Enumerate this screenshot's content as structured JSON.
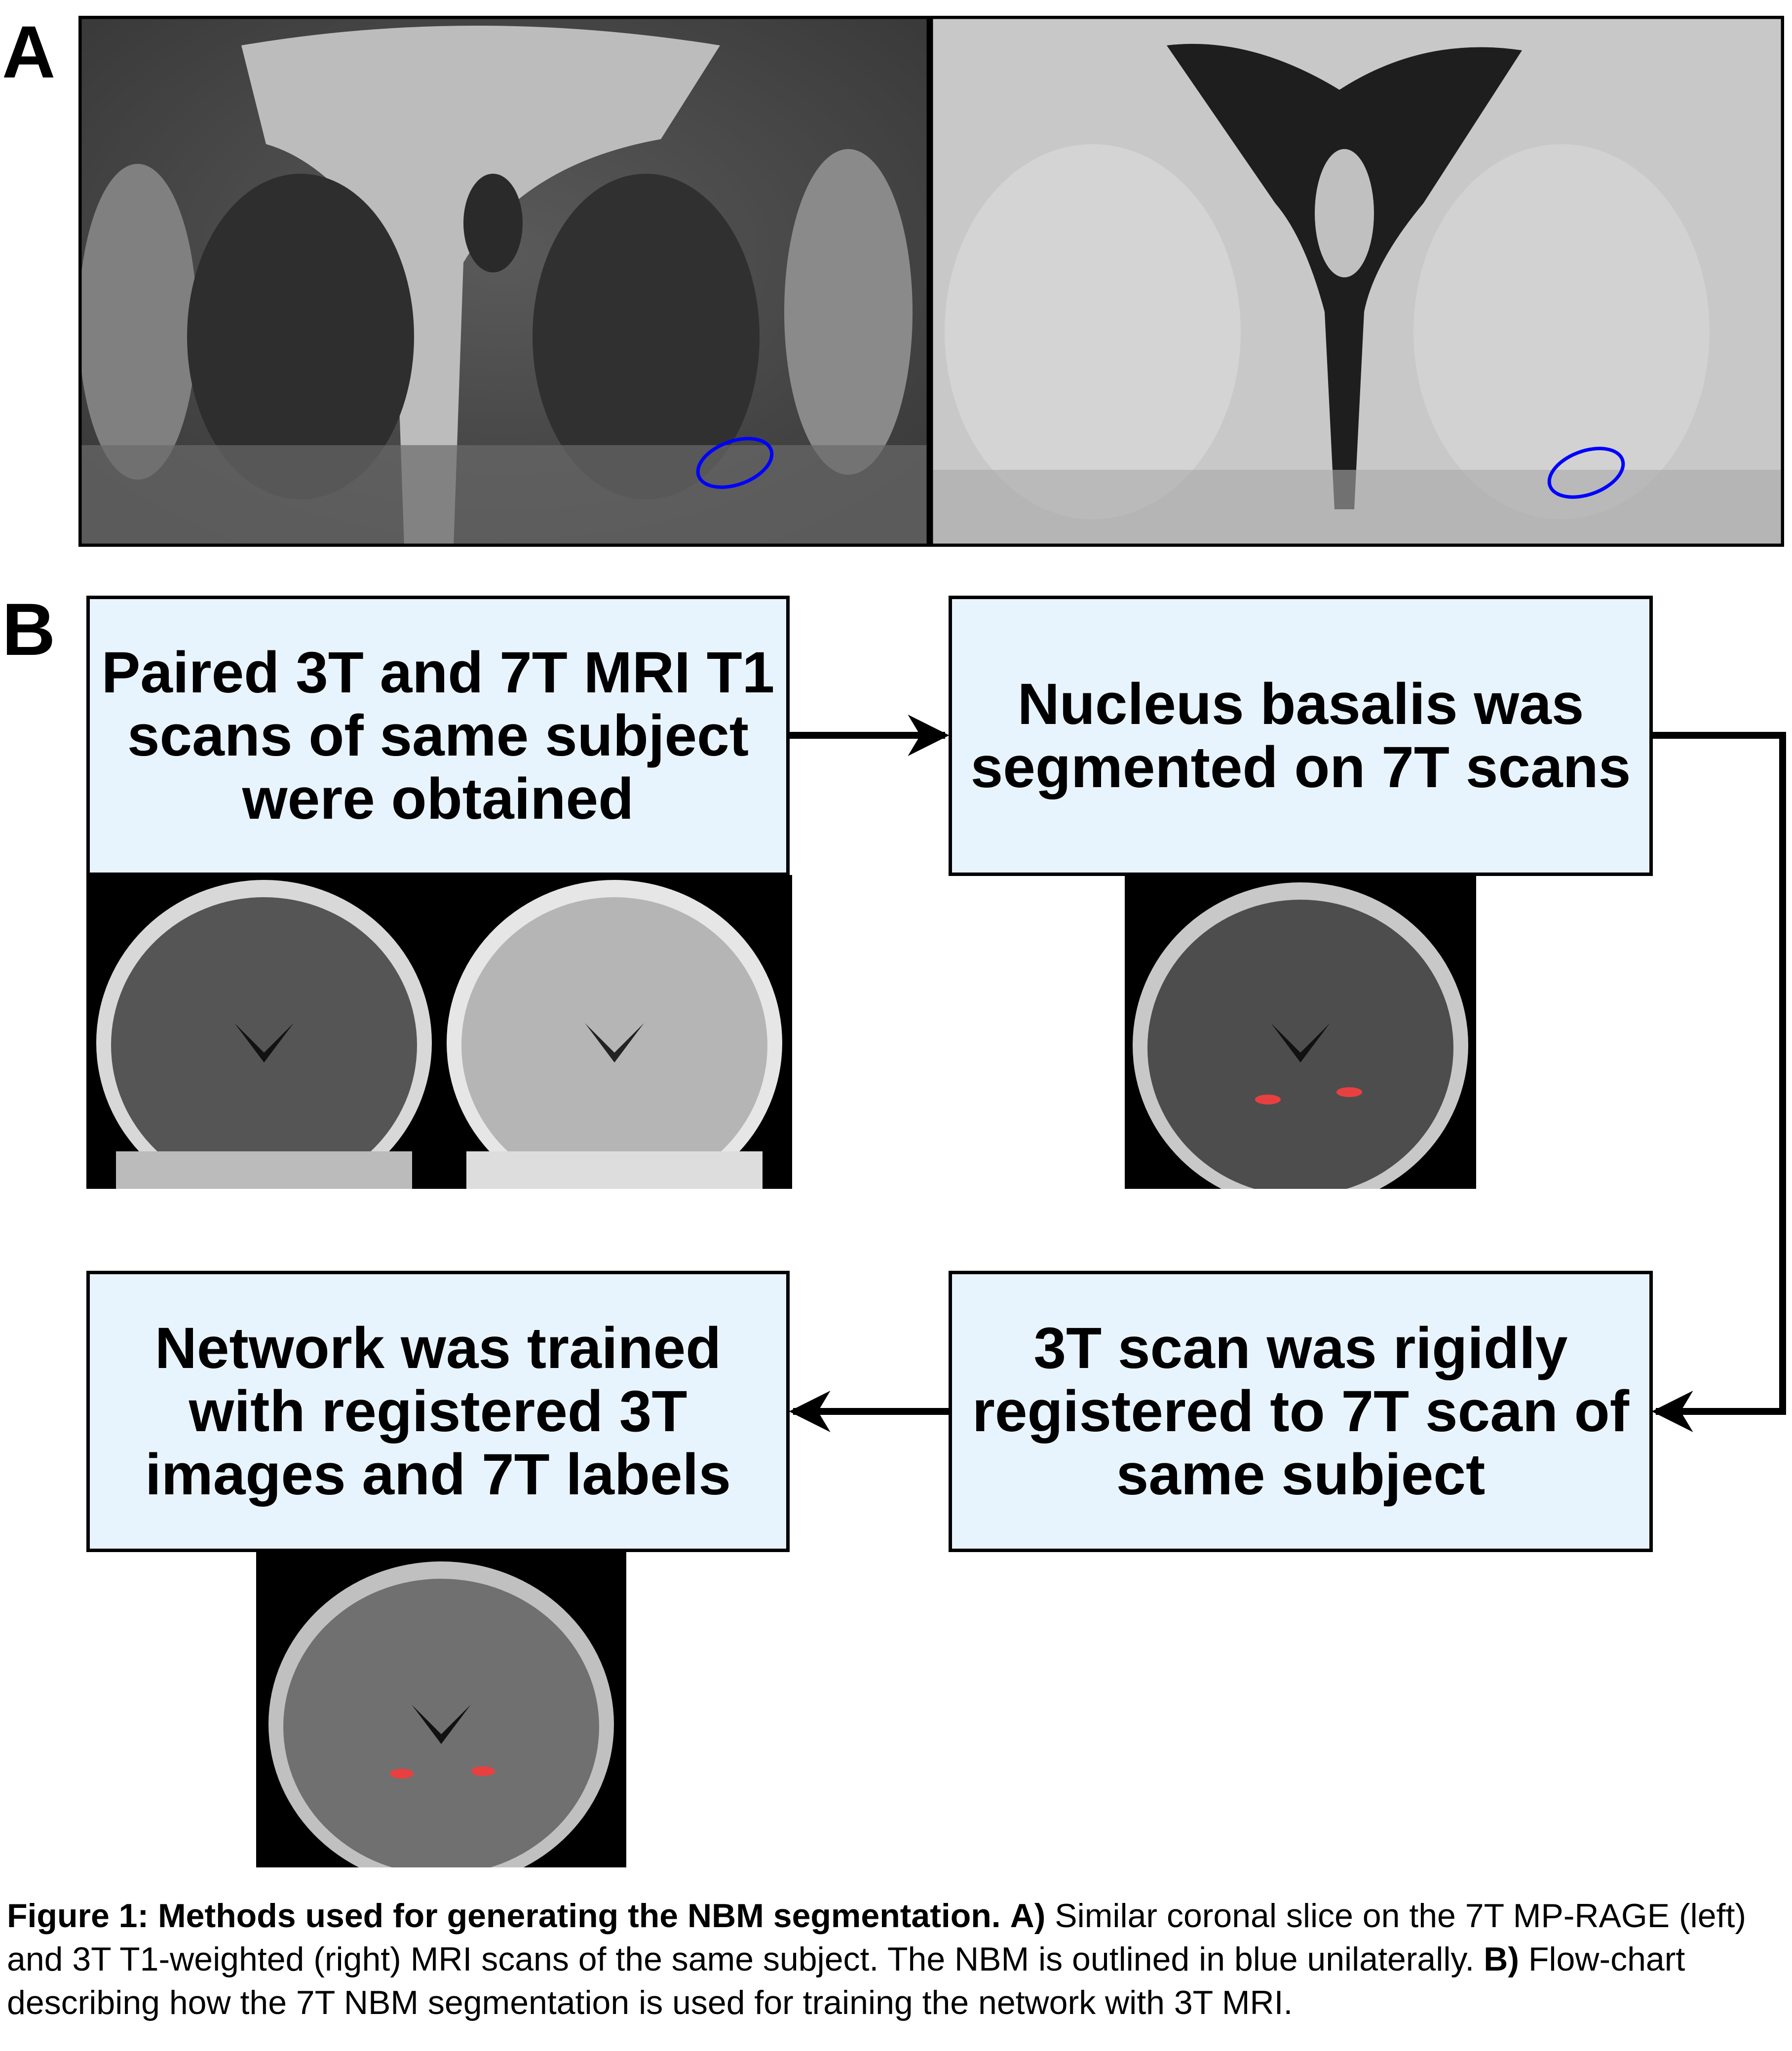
{
  "panels": {
    "a_label": "A",
    "b_label": "B"
  },
  "flowchart": {
    "steps": [
      {
        "text": "Paired 3T and 7T MRI T1 scans of same subject were obtained"
      },
      {
        "text": "Nucleus basalis was segmented on 7T scans"
      },
      {
        "text": "3T scan was rigidly registered to 7T scan of same subject"
      },
      {
        "text": "Network was trained with registered 3T images and 7T labels"
      }
    ]
  },
  "colors": {
    "box_fill": "#e8f4fd",
    "outline_blue": "#0000ff",
    "label_red": "#e84040"
  },
  "caption": {
    "bold_title": "Figure 1: Methods used for generating the NBM segmentation.",
    "a_marker": "A)",
    "a_text": "Similar coronal slice on the 7T MP-RAGE (left) and 3T T1-weighted (right) MRI scans of the same subject. The NBM is outlined in blue unilaterally.",
    "b_marker": "B)",
    "b_text": "Flow-chart describing how the 7T NBM segmentation is used for training the network with 3T MRI."
  }
}
